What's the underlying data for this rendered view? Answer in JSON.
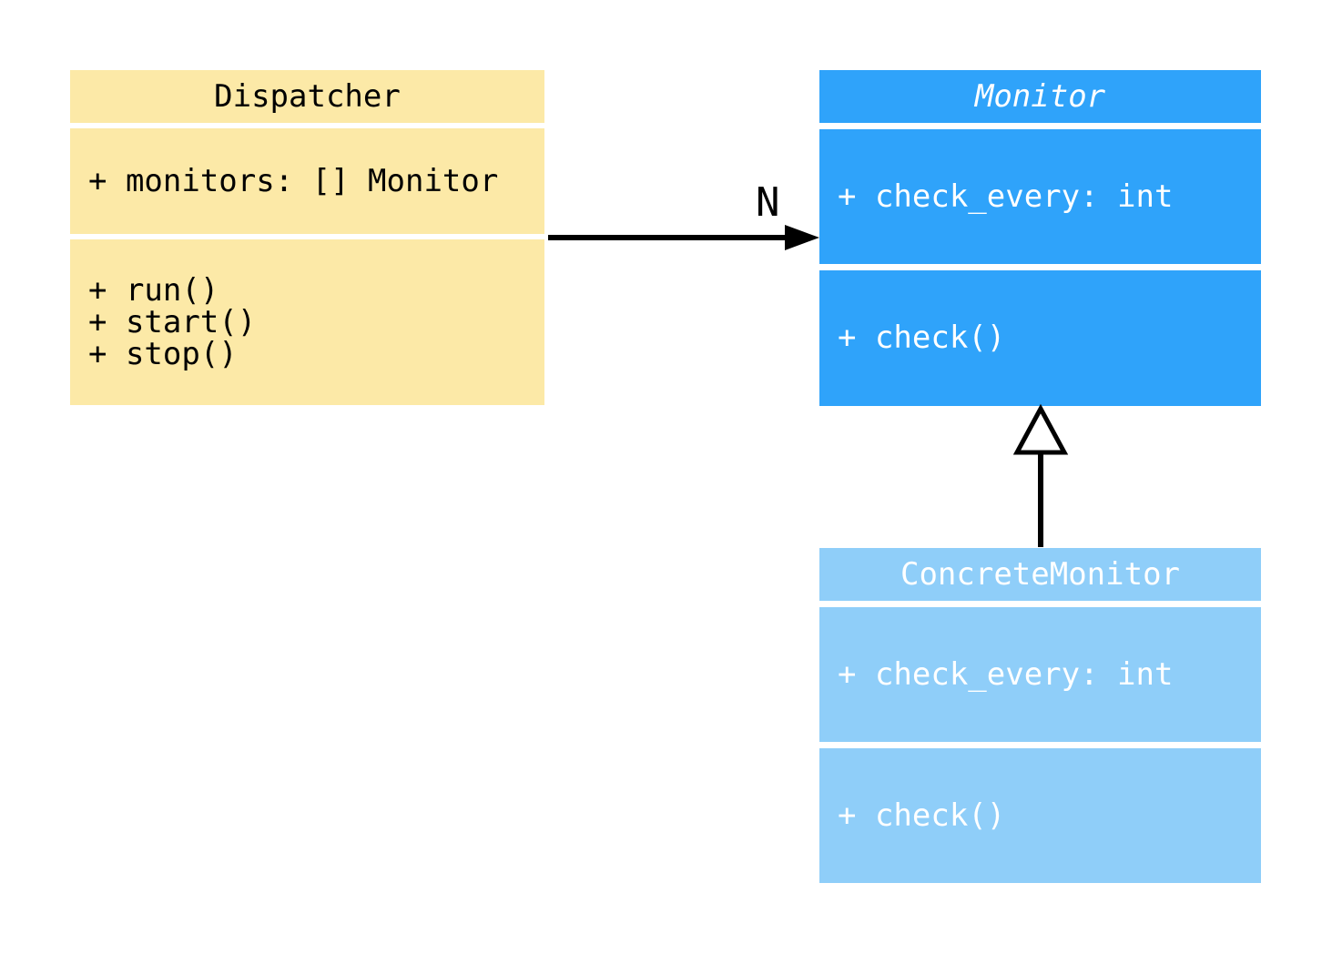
{
  "diagram": {
    "type": "uml-class-diagram",
    "background": "#ffffff",
    "classes": [
      {
        "id": "dispatcher",
        "name": "Dispatcher",
        "name_italic": false,
        "attributes": [
          "+ monitors: [] Monitor"
        ],
        "methods": [
          "+ run()",
          "+ start()",
          "+ stop()"
        ],
        "colors": {
          "bg": "#FCE9A7",
          "text": "#000000"
        }
      },
      {
        "id": "monitor",
        "name": "Monitor",
        "name_italic": true,
        "attributes": [
          "+ check_every: int"
        ],
        "methods": [
          "+ check()"
        ],
        "colors": {
          "bg": "#2FA3FA",
          "text": "#FFFFFF"
        }
      },
      {
        "id": "concrete-monitor",
        "name": "ConcreteMonitor",
        "name_italic": false,
        "attributes": [
          "+ check_every: int"
        ],
        "methods": [
          "+ check()"
        ],
        "colors": {
          "bg": "#8FCEF9",
          "text": "#FFFFFF"
        }
      }
    ],
    "relations": [
      {
        "type": "association",
        "from": "dispatcher",
        "to": "monitor",
        "label": "N",
        "color": "#000000"
      },
      {
        "type": "inheritance",
        "from": "concrete-monitor",
        "to": "monitor",
        "label": "",
        "color": "#000000"
      }
    ]
  }
}
